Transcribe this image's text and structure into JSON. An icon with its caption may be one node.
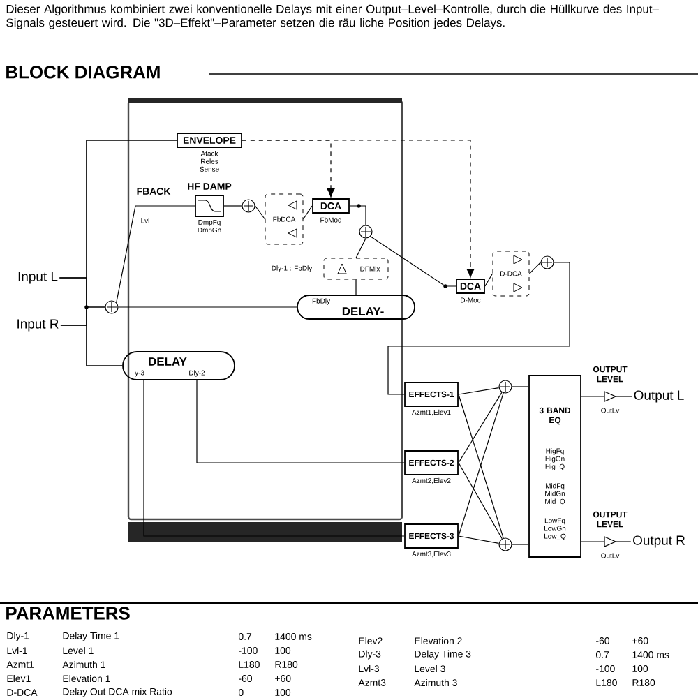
{
  "diagram": {
    "title": "BLOCK DIAGRAM",
    "nodes": [
      {
        "text": [
          "ENVELOPE"
        ],
        "beside": [
          "Atack Reles Sense"
        ]
      },
      {
        "text": [
          "HF DAMP"
        ],
        "beside": [
          "DmpFq DmpGn"
        ]
      },
      {
        "text": [],
        "shape": "circle"
      },
      {
        "text": [
          "FbDCA"
        ]
      },
      {
        "text": [
          "DCA"
        ],
        "beside": [
          "FbMod"
        ]
      },
      {
        "text": [],
        "shape": "circle"
      },
      {
        "text": [
          "Input L"
        ]
      },
      {
        "text": [
          "Input R"
        ]
      },
      {
        "text": [
          "FbDly",
          "DELAY-"
        ]
      },
      {
        "text": [],
        "shape": "circle"
      },
      {
        "text": [
          "DFMix"
        ],
        "beside": [
          "Dly-1 : FbDly"
        ]
      },
      {
        "text": [
          "DCA"
        ],
        "beside": [
          "D-Moc"
        ]
      },
      {
        "text": [
          "D-DCA"
        ]
      },
      {
        "text": [],
        "shape": "circle"
      },
      {
        "text": [
          "DELAY",
          "y-3",
          "Dly-2"
        ]
      },
      {
        "text": [
          "EFFECTS-1"
        ],
        "beside": [
          "Azmt1,Elev1"
        ]
      },
      {
        "text": [
          "EFFECTS-2"
        ],
        "beside": [
          "Azmt2,Elev2"
        ]
      },
      {
        "text": [
          "EFFECTS-3"
        ],
        "beside": [
          "Azmt3,Elev3"
        ]
      },
      {
        "text": [],
        "shape": "circle"
      },
      {
        "text": [],
        "shape": "circle"
      },
      {
        "text": [
          "3 BAND EQ",
          "HigFq HigGn Hig_Q",
          "MidFq MidGn Mid_Q",
          "LowFq LowGn Low_Q"
        ]
      },
      {
        "text": [
          "OUTPUT LEVEL"
        ],
        "beside": [
          "OutLv"
        ]
      },
      {
        "text": [
          "Output L"
        ]
      },
      {
        "text": [
          "OUTPUT LEVEL"
        ],
        "beside": [
          "OutLv"
        ]
      },
      {
        "text": [
          "Output R"
        ]
      }
    ],
    "edges": [
      {
        "from": 6,
        "to": 5,
        "arrow": "none"
      },
      {
        "from": 7,
        "to": 5,
        "arrow": "none"
      },
      {
        "from": 6,
        "to": 0,
        "arrow": "none"
      },
      {
        "from": 7,
        "to": 0,
        "arrow": "none"
      },
      {
        "from": 6,
        "to": 14,
        "arrow": "none"
      },
      {
        "from": 7,
        "to": 14,
        "arrow": "none"
      },
      {
        "from": 5,
        "to": 8,
        "arrow": "none"
      },
      {
        "from": 1,
        "to": 5,
        "arrow": "none"
      },
      {
        "from": 2,
        "to": 1,
        "arrow": "none"
      },
      {
        "from": 3,
        "to": 2,
        "arrow": "none"
      },
      {
        "from": 4,
        "to": 3,
        "arrow": "none"
      },
      {
        "from": 0,
        "to": 4,
        "arrow": "to",
        "style": "dashed"
      },
      {
        "from": 0,
        "to": 11,
        "arrow": "to",
        "style": "dashed"
      },
      {
        "from": 9,
        "to": 4,
        "arrow": "none"
      },
      {
        "from": 10,
        "to": 9,
        "arrow": "none"
      },
      {
        "from": 8,
        "to": 10,
        "arrow": "none"
      },
      {
        "from": 9,
        "to": 11,
        "arrow": "none"
      },
      {
        "from": 11,
        "to": 12,
        "arrow": "none"
      },
      {
        "from": 12,
        "to": 13,
        "arrow": "none"
      },
      {
        "from": 13,
        "to": 15,
        "arrow": "none"
      },
      {
        "from": 14,
        "to": 16,
        "arrow": "none"
      },
      {
        "from": 14,
        "to": 17,
        "arrow": "none"
      },
      {
        "from": 15,
        "to": 18,
        "arrow": "none"
      },
      {
        "from": 15,
        "to": 19,
        "arrow": "none"
      },
      {
        "from": 16,
        "to": 18,
        "arrow": "none"
      },
      {
        "from": 16,
        "to": 19,
        "arrow": "none"
      },
      {
        "from": 17,
        "to": 18,
        "arrow": "none"
      },
      {
        "from": 17,
        "to": 19,
        "arrow": "none"
      },
      {
        "from": 18,
        "to": 20,
        "arrow": "none"
      },
      {
        "from": 19,
        "to": 20,
        "arrow": "none"
      },
      {
        "from": 20,
        "to": 21,
        "arrow": "none"
      },
      {
        "from": 21,
        "to": 22,
        "arrow": "none"
      },
      {
        "from": 20,
        "to": 23,
        "arrow": "none"
      },
      {
        "from": 23,
        "to": 24,
        "arrow": "none"
      }
    ],
    "labels": [
      "Dieser Algorithmus kombiniert zwei konventionelle Delays mit einer Output–Level–Kontrolle, durch die Hüllkurve des Input–Signals gesteuert wird. Die \"3D–Effekt\"–Parameter setzen die räu liche Position jedes Delays.",
      "FBACK",
      "Lvl",
      "PARAMETERS",
      "Dly-1",
      "Delay Time 1",
      "0.7",
      "1400 ms",
      "Elev2",
      "Elevation 2",
      "-60",
      "+60",
      "Lvl-1",
      "Level 1",
      "-100",
      "100",
      "Dly-3",
      "Delay Time 3",
      "0.7",
      "1400 ms",
      "Azmt1",
      "Azimuth 1",
      "L180",
      "R180",
      "Lvl-3",
      "Level 3",
      "-100",
      "100",
      "Elev1",
      "Elevation 1",
      "-60",
      "+60",
      "Azmt3",
      "Azimuth 3",
      "L180",
      "R180",
      "D-DCA",
      "Delay Out DCA mix Ratio",
      "0",
      "100"
    ]
  }
}
